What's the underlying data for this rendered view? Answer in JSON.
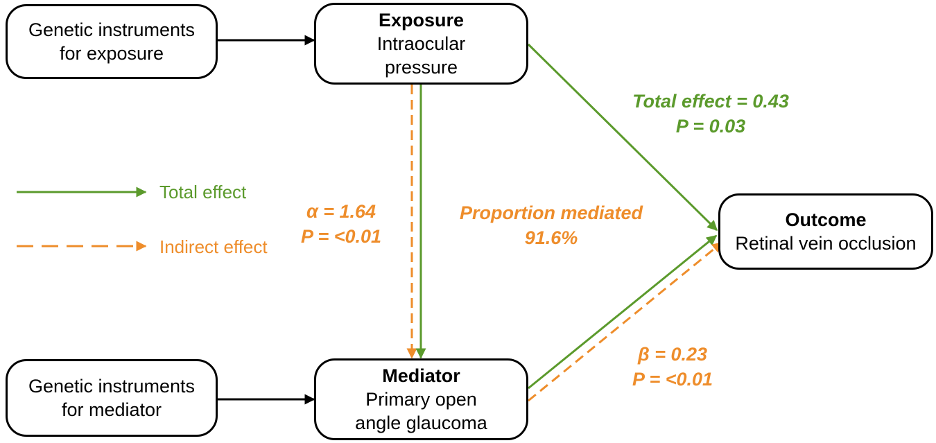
{
  "nodes": {
    "instr_exposure": {
      "line1": "Genetic instruments",
      "line2": "for exposure"
    },
    "exposure": {
      "heading": "Exposure",
      "line1": "Intraocular",
      "line2": "pressure"
    },
    "instr_mediator": {
      "line1": "Genetic instruments",
      "line2": "for mediator"
    },
    "mediator": {
      "heading": "Mediator",
      "line1": "Primary open",
      "line2": "angle glaucoma"
    },
    "outcome": {
      "heading": "Outcome",
      "line1": "Retinal vein occlusion"
    }
  },
  "labels": {
    "total_effect": {
      "line1": "Total effect = 0.43",
      "line2": "P = 0.03"
    },
    "alpha": {
      "line1": "α = 1.64",
      "line2": "P = <0.01"
    },
    "proportion": {
      "line1": "Proportion mediated",
      "line2": "91.6%"
    },
    "beta": {
      "line1": "β = 0.23",
      "line2": "P = <0.01"
    }
  },
  "legend": {
    "total": "Total effect",
    "indirect": "Indirect effect"
  },
  "colors": {
    "total": "#5b9a2c",
    "indirect": "#ee8d2b",
    "box_border": "#000000"
  }
}
